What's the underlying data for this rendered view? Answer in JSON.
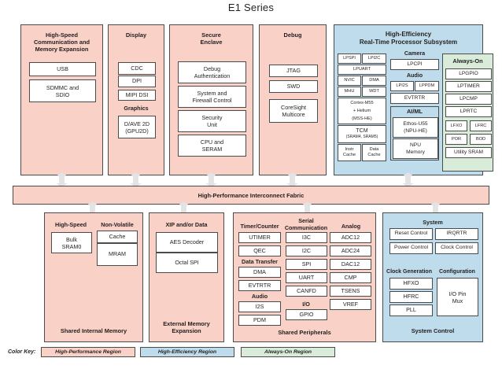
{
  "title": "E1 Series",
  "colors": {
    "high_performance": "#f9d1c6",
    "high_efficiency": "#bfdcec",
    "always_on": "#d8ecd9",
    "box_fill": "#ffffff",
    "stroke": "#4b4b4b",
    "arrow": "#e3e3e3"
  },
  "top_regions": {
    "hs_comm": {
      "title_lines": [
        "High-Speed",
        "Communication and",
        "Memory Expansion"
      ],
      "boxes": [
        "USB",
        "SDMMC and\nSDIO"
      ]
    },
    "display": {
      "title_lines": [
        "Display"
      ],
      "boxes": [
        "CDC",
        "DPI",
        "MIPI DSI"
      ],
      "graphics_label": "Graphics",
      "graphics_box": "D/AVE 2D\n(GPU2D)"
    },
    "secure_enclave": {
      "title_lines": [
        "Secure",
        "Enclave"
      ],
      "boxes": [
        "Debug\nAuthentication",
        "System and\nFirewall Control",
        "Security\nUnit",
        "CPU and\nSERAM"
      ]
    },
    "debug": {
      "title_lines": [
        "Debug"
      ],
      "boxes": [
        "JTAG",
        "SWD",
        "CoreSight\nMulticore"
      ]
    }
  },
  "rtss": {
    "title_lines": [
      "High-Efficiency",
      "Real-Time Processor Subsystem"
    ],
    "cpu_column": {
      "pairs": [
        [
          "LPSPI",
          "LPI2C"
        ],
        [
          "NVIC",
          "DMA"
        ],
        [
          "MHU",
          "WDT"
        ]
      ],
      "lpuart": "LPUART",
      "core": "Cortex-M55\n+ Helium\n(MSS-HE)",
      "tcm_title": "TCM",
      "tcm_sub": "(SRAM4, SRAM5)",
      "caches": [
        "Instr\nCache",
        "Data\nCache"
      ]
    },
    "mid_column": {
      "camera_label": "Camera",
      "camera_box": "LPCPI",
      "audio_label": "Audio",
      "audio_boxes": [
        "LPI2S",
        "LPPDM"
      ],
      "evtrtr": "EVTRTR",
      "aiml_label": "AI/ML",
      "aiml_boxes": [
        "Ethos-U55\n(NPU-HE)",
        "NPU\nMemory"
      ]
    },
    "always_on": {
      "title": "Always-On",
      "boxes": [
        "LPGPIO",
        "LPTIMER",
        "LPCMP",
        "LPRTC"
      ],
      "pairs": [
        [
          "LFXO",
          "LFRC"
        ],
        [
          "POR",
          "BOD"
        ]
      ],
      "utility": "Utility SRAM"
    }
  },
  "fabric": {
    "label": "High-Performance Interconnect Fabric"
  },
  "bottom_regions": {
    "shared_internal_memory": {
      "footer": "Shared Internal Memory",
      "col1_label": "High-Speed",
      "col1_box": "Bulk\nSRAM0",
      "col2_label": "Non-Volatile",
      "col2_boxes": [
        "Cache",
        "MRAM"
      ]
    },
    "external_memory": {
      "title": "XIP and/or Data",
      "boxes": [
        "AES Decoder",
        "Octal SPI"
      ],
      "footer_lines": [
        "External Memory",
        "Expansion"
      ]
    },
    "shared_peripherals": {
      "footer": "Shared Peripherals",
      "columns": [
        {
          "groups": [
            {
              "label": "Timer/Counter",
              "boxes": [
                "UTIMER",
                "QEC"
              ]
            },
            {
              "label": "Data Transfer",
              "boxes": [
                "DMA",
                "EVTRTR"
              ]
            },
            {
              "label": "Audio",
              "boxes": [
                "I2S",
                "PDM"
              ]
            }
          ]
        },
        {
          "groups": [
            {
              "label": "Serial\nCommunication",
              "boxes": [
                "I3C",
                "I2C",
                "SPI",
                "UART",
                "CANFD"
              ]
            },
            {
              "label": "I/O",
              "boxes": [
                "GPIO"
              ]
            }
          ]
        },
        {
          "groups": [
            {
              "label": "Analog",
              "boxes": [
                "ADC12",
                "ADC24",
                "DAC12",
                "CMP",
                "TSENS",
                "VREF"
              ]
            }
          ]
        }
      ]
    },
    "system_control": {
      "title": "System",
      "footer": "System Control",
      "system_boxes": [
        "Reset Control",
        "IRQRTR",
        "Power Control",
        "Clock Control"
      ],
      "clockgen_label": "Clock Generation",
      "clockgen_boxes": [
        "HFXO",
        "HFRC",
        "PLL"
      ],
      "config_label": "Configuration",
      "config_box": "I/O Pin\nMux"
    }
  },
  "color_key": {
    "label": "Color Key:",
    "items": [
      {
        "text": "High-Performance Region",
        "color": "#f9d1c6"
      },
      {
        "text": "High-Efficiency Region",
        "color": "#bfdcec"
      },
      {
        "text": "Always-On Region",
        "color": "#d8ecd9"
      }
    ]
  }
}
